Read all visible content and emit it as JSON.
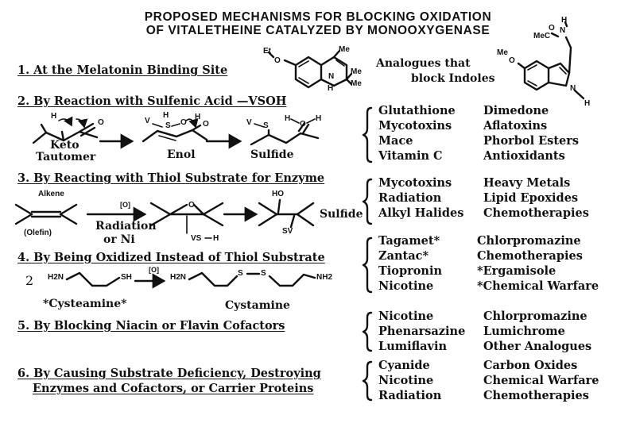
{
  "title": {
    "line1": "PROPOSED MECHANISMS FOR BLOCKING OXIDATION",
    "line2": "OF VITALETHEINE CATALYZED BY MONOOXYGENASE"
  },
  "analogues": {
    "line1": "Analogues that",
    "line2": "block Indoles"
  },
  "atoms": {
    "et_o": "Et",
    "o": "O",
    "me": "Me",
    "n": "N",
    "h": "H",
    "mec": "MeC",
    "v": "V",
    "s": "S",
    "sv": "SV",
    "vs": "VS",
    "ho": "HO",
    "h2n": "H2N",
    "sh": "SH",
    "nh2": "NH2",
    "two": "2",
    "ox": "[O]"
  },
  "sections": {
    "s1": "1. At the Melatonin Binding Site",
    "s2": "2. By  Reaction with Sulfenic Acid —VSOH",
    "s3": "3. By Reacting with Thiol Substrate for Enzyme",
    "s4": "4. By Being Oxidized Instead of Thiol Substrate",
    "s5": "5. By Blocking Niacin or Flavin Cofactors",
    "s6a": "6. By Causing Substrate Deficiency, Destroying",
    "s6b": "Enzymes and Cofactors, or Carrier Proteins"
  },
  "labels": {
    "keto": "Keto",
    "tautomer": "Tautomer",
    "enol": "Enol",
    "sulfide": "Sulfide",
    "alkene": "Alkene",
    "olefin": "(Olefin)",
    "radiation": "Radiation",
    "or_ni": "or Ni",
    "sulfide3": "Sulfide",
    "cysteamine": "*Cysteamine*",
    "cystamine": "Cystamine"
  },
  "lists": [
    {
      "rows": [
        [
          "Glutathione",
          "Dimedone"
        ],
        [
          "Mycotoxins",
          "Aflatoxins"
        ],
        [
          "Mace",
          "Phorbol Esters"
        ],
        [
          "Vitamin C",
          "Antioxidants"
        ]
      ]
    },
    {
      "rows": [
        [
          "Mycotoxins",
          "Heavy Metals"
        ],
        [
          "Radiation",
          "Lipid Epoxides"
        ],
        [
          "Alkyl Halides",
          "Chemotherapies"
        ]
      ]
    },
    {
      "rows": [
        [
          "Tagamet*",
          "Chlorpromazine"
        ],
        [
          "Zantac*",
          "Chemotherapies"
        ],
        [
          "Tiopronin",
          "*Ergamisole"
        ],
        [
          "Nicotine",
          "*Chemical Warfare"
        ]
      ]
    },
    {
      "rows": [
        [
          "Nicotine",
          "Chlorpromazine"
        ],
        [
          "Phenarsazine",
          "Lumichrome"
        ],
        [
          "Lumiflavin",
          "Other Analogues"
        ]
      ]
    },
    {
      "rows": [
        [
          "Cyanide",
          "Carbon Oxides"
        ],
        [
          "Nicotine",
          "Chemical Warfare"
        ],
        [
          "Radiation",
          "Chemotherapies"
        ]
      ]
    }
  ]
}
